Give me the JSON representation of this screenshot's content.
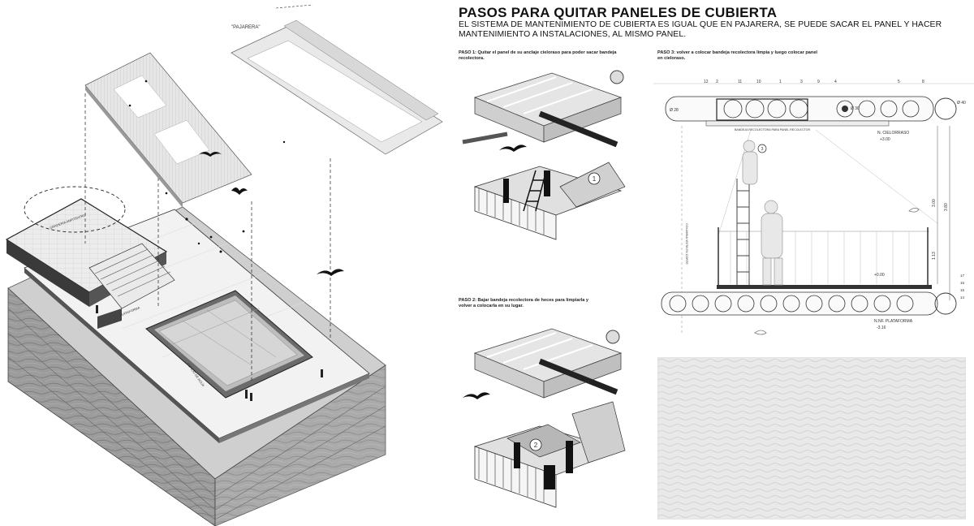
{
  "title": "PASOS PARA QUITAR PANELES DE CUBIERTA",
  "subtitle": "EL SISTEMA DE MANTENIMIENTO DE CUBIERTA ES IGUAL QUE EN PAJARERA, SE PUEDE SACAR EL PANEL Y HACER MANTENIMIENTO A INSTALACIONES, AL MISMO PANEL.",
  "steps": [
    {
      "text": "PASO 1: Quitar el panel de su anclaje cieloraso para poder sacar bandeja recolectora."
    },
    {
      "text": "PASO 2: Bajar bandeja recolectora de heces para limpiarla y volver a colocarla en su lugar."
    },
    {
      "text": "PASO 3: volver a colocar bandeja recolectora limpia y luego colocar panel en cieloraso."
    }
  ],
  "axonometric": {
    "pajarera_label": "\"PAJARERA\"",
    "plaza_labels": [
      "GRADERÍA ANFITEATRO",
      "PLATAFORMA",
      "ESPEJO DE AGUA"
    ]
  },
  "callouts": [
    "1",
    "2",
    "3"
  ],
  "section": {
    "top_numbers": [
      "12",
      "2",
      "11",
      "10",
      "1",
      "3",
      "9",
      "4",
      "5",
      "8"
    ],
    "side_numbers": [
      "17",
      "16",
      "15",
      "14"
    ],
    "dims": {
      "left": "Ø 28",
      "mid": "Ø 30",
      "right": "Ø 40"
    },
    "levels": {
      "ceiling_prefix": "N.",
      "ceiling_name": "CIELORRASO",
      "ceiling_value": "+3.00",
      "mid": "+0.00",
      "platform_prefix": "N.NF.",
      "platform_name": "PLATAFORMA",
      "platform_value": "-3.16"
    },
    "vertical_dims": [
      "3.00",
      "3.80",
      "1.13"
    ],
    "tray_note": "BANDEJA RECOLECTORA PARA PANEL RECOLECTOR",
    "column_note": "COLUMNA VISTA EN CORTE"
  },
  "colors": {
    "ink": "#111111",
    "panel": "#d9d9d9",
    "ground": "#8a8a8a",
    "water": "#e4e4e4"
  }
}
